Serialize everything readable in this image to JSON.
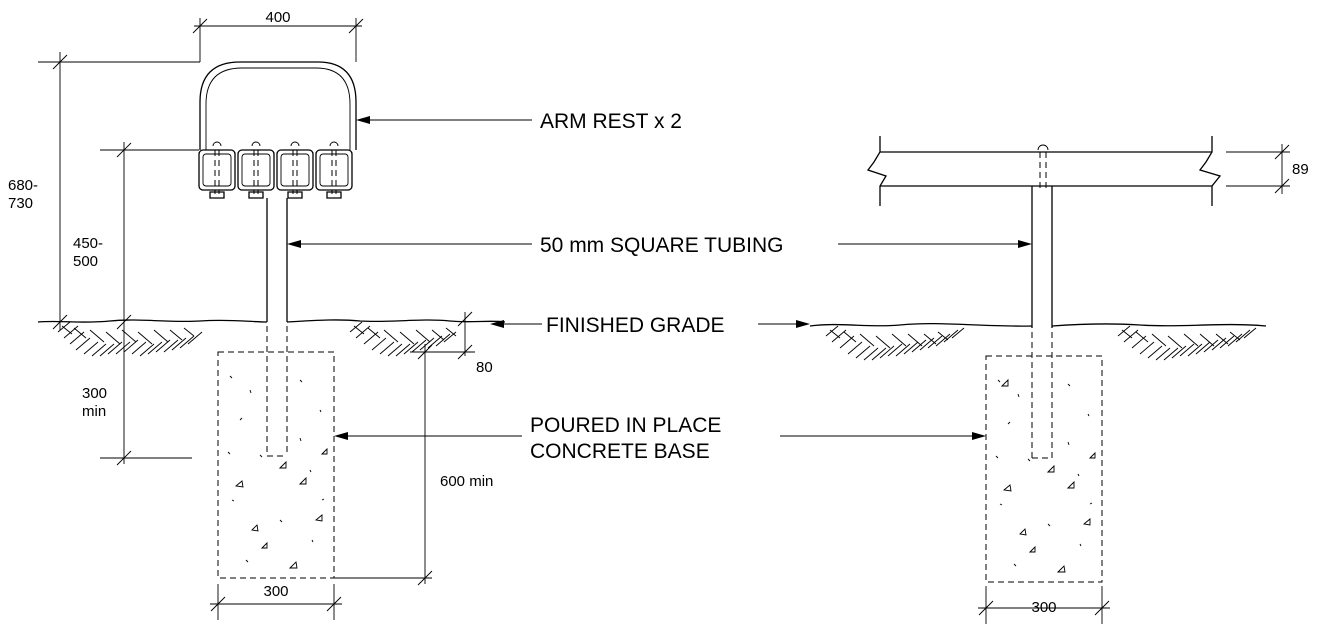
{
  "callouts": {
    "arm_rest": "ARM REST x 2",
    "square_tubing": "50 mm SQUARE TUBING",
    "finished_grade": "FINISHED GRADE",
    "concrete_base_line1": "POURED IN PLACE",
    "concrete_base_line2": "CONCRETE BASE"
  },
  "dimensions": {
    "arm_rest_width": "400",
    "overall_height_line1": "680-",
    "overall_height_line2": "730",
    "seat_height_line1": "450-",
    "seat_height_line2": "500",
    "embed_depth_line1": "300",
    "embed_depth_line2": "min",
    "grade_offset": "80",
    "footing_depth": "600 min",
    "footing_width_left": "300",
    "footing_width_right": "300",
    "member_depth": "89"
  }
}
